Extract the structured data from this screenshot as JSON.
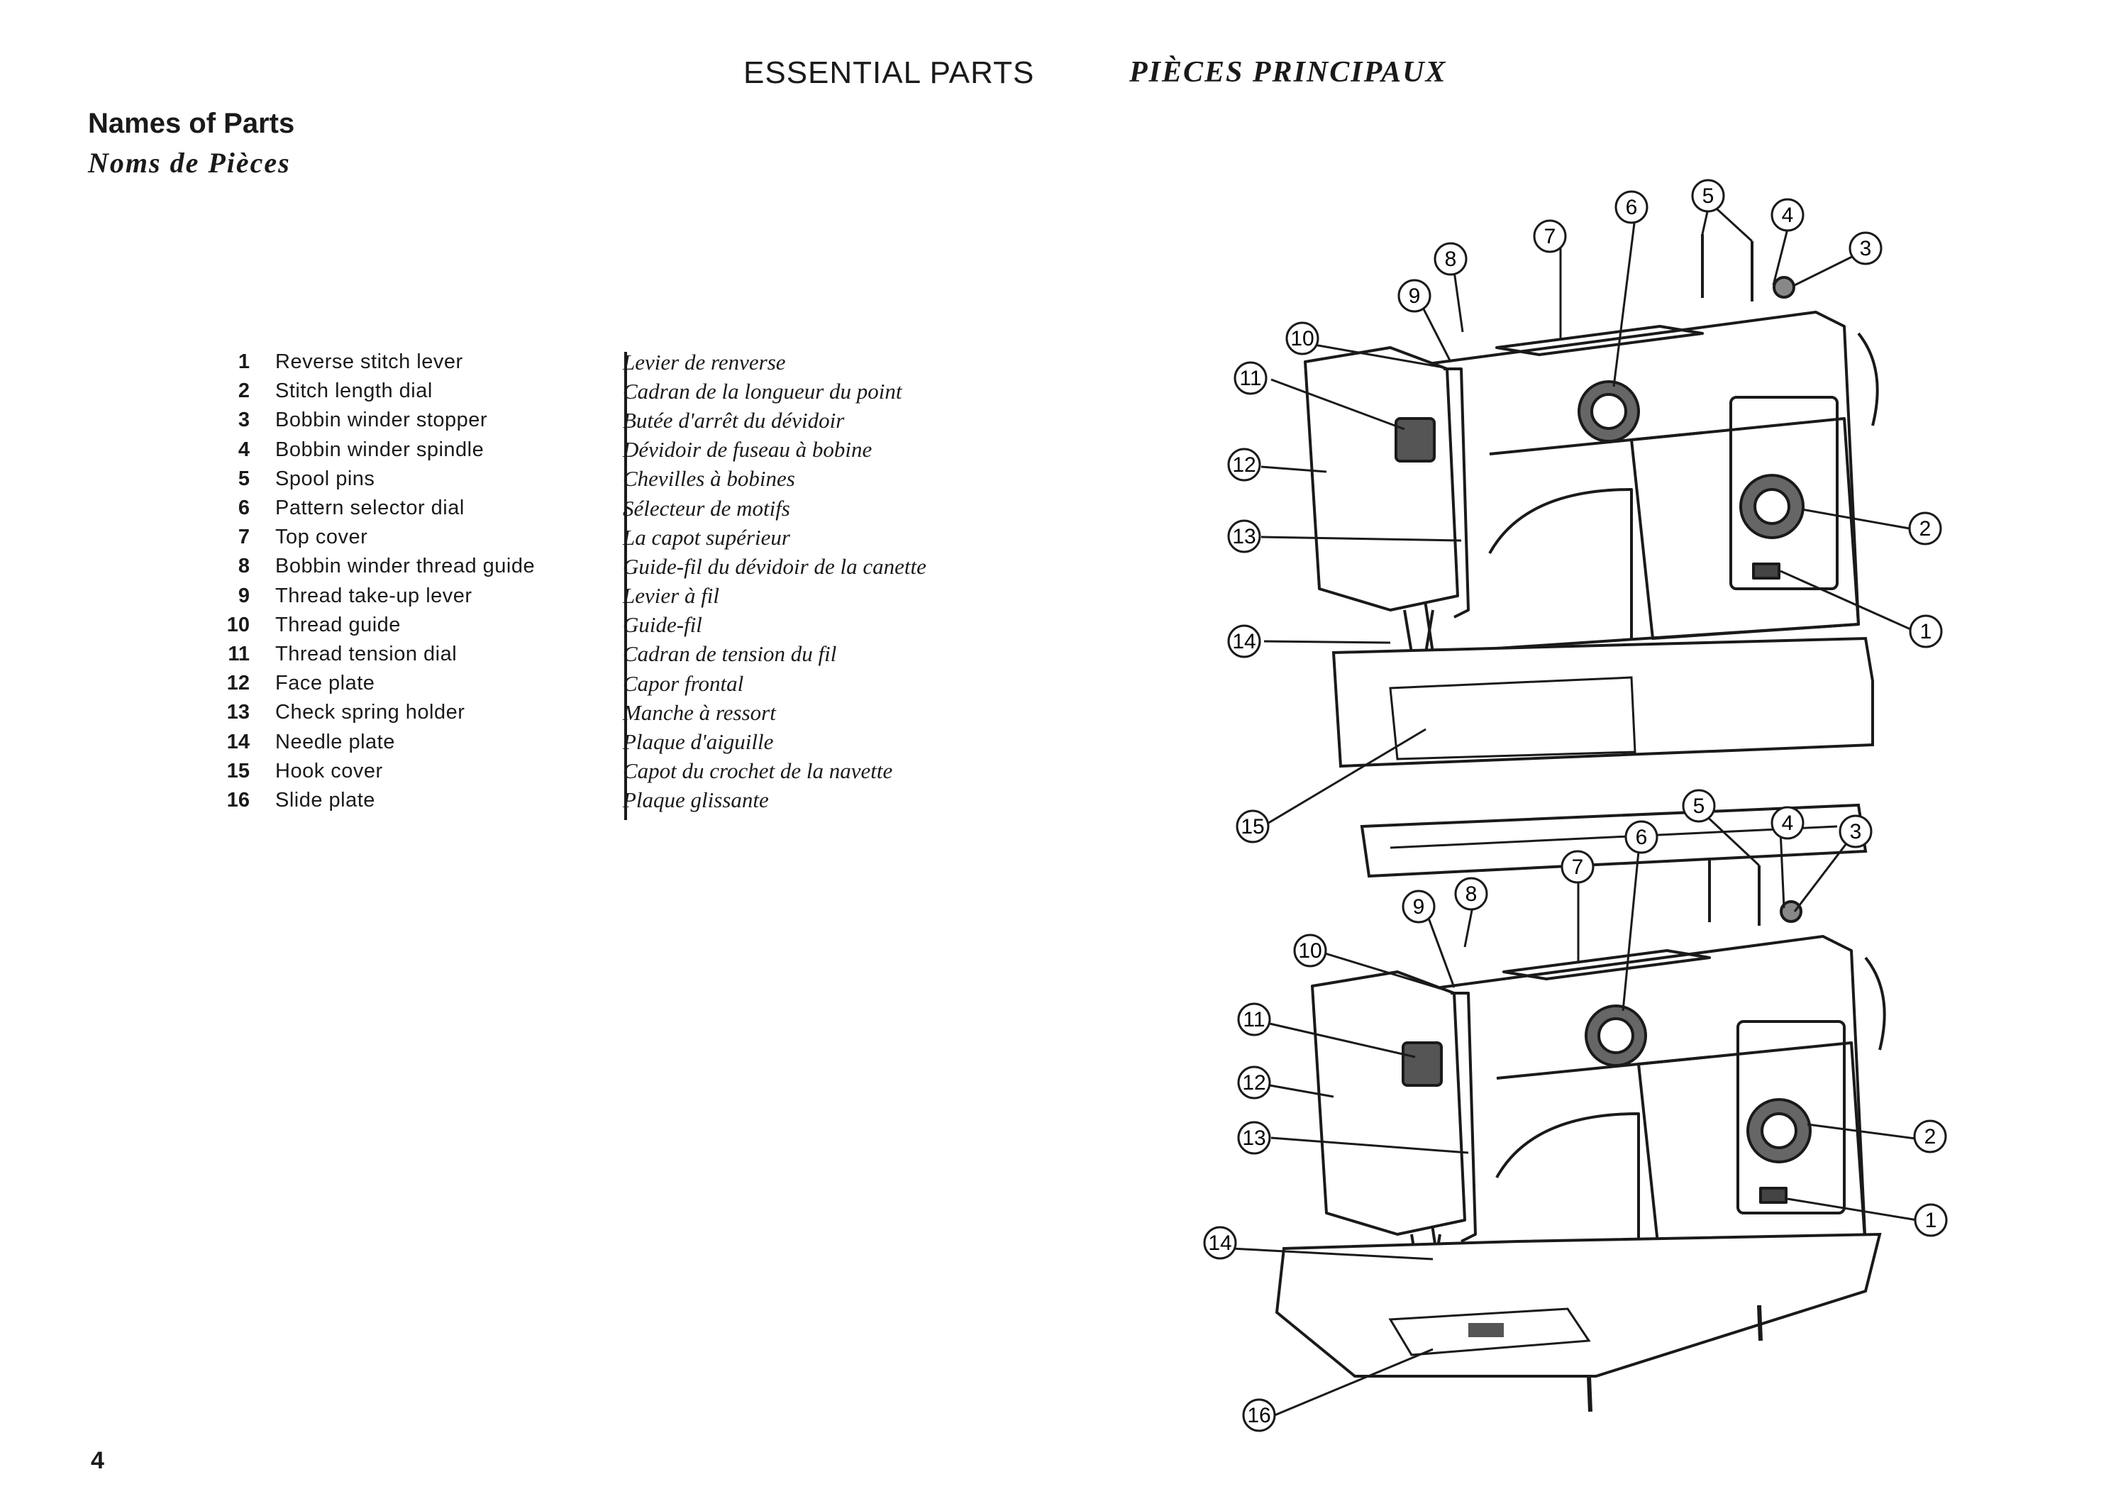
{
  "header": {
    "title_en": "ESSENTIAL PARTS",
    "title_fr": "PIÈCES PRINCIPAUX"
  },
  "section": {
    "title_en": "Names of Parts",
    "title_fr": "Noms de Pièces"
  },
  "parts": [
    {
      "num": "1",
      "en": "Reverse stitch lever",
      "fr": "Levier de renverse"
    },
    {
      "num": "2",
      "en": "Stitch length dial",
      "fr": "Cadran de la longueur du point"
    },
    {
      "num": "3",
      "en": "Bobbin winder stopper",
      "fr": "Butée d'arrêt du dévidoir"
    },
    {
      "num": "4",
      "en": "Bobbin winder spindle",
      "fr": "Dévidoir de fuseau à bobine"
    },
    {
      "num": "5",
      "en": "Spool pins",
      "fr": "Chevilles à bobines"
    },
    {
      "num": "6",
      "en": "Pattern selector dial",
      "fr": "Sélecteur de motifs"
    },
    {
      "num": "7",
      "en": "Top cover",
      "fr": "La capot supérieur"
    },
    {
      "num": "8",
      "en": "Bobbin winder thread guide",
      "fr": "Guide-fil du dévidoir de la canette"
    },
    {
      "num": "9",
      "en": "Thread take-up lever",
      "fr": "Levier à fil"
    },
    {
      "num": "10",
      "en": "Thread guide",
      "fr": "Guide-fil"
    },
    {
      "num": "11",
      "en": "Thread tension dial",
      "fr": "Cadran de tension du fil"
    },
    {
      "num": "12",
      "en": "Face plate",
      "fr": "Capor frontal"
    },
    {
      "num": "13",
      "en": "Check spring holder",
      "fr": "Manche à ressort"
    },
    {
      "num": "14",
      "en": "Needle plate",
      "fr": "Plaque d'aiguille"
    },
    {
      "num": "15",
      "en": "Hook cover",
      "fr": "Capot du crochet de la navette"
    },
    {
      "num": "16",
      "en": "Slide plate",
      "fr": "Plaque glissante"
    }
  ],
  "diagram": {
    "top_callouts": [
      "1",
      "2",
      "3",
      "4",
      "5",
      "6",
      "7",
      "8",
      "9",
      "10",
      "11",
      "12",
      "13",
      "14",
      "15"
    ],
    "bottom_callouts": [
      "1",
      "2",
      "3",
      "4",
      "5",
      "6",
      "7",
      "8",
      "9",
      "10",
      "11",
      "12",
      "13",
      "14",
      "16"
    ]
  },
  "page_number": "4"
}
